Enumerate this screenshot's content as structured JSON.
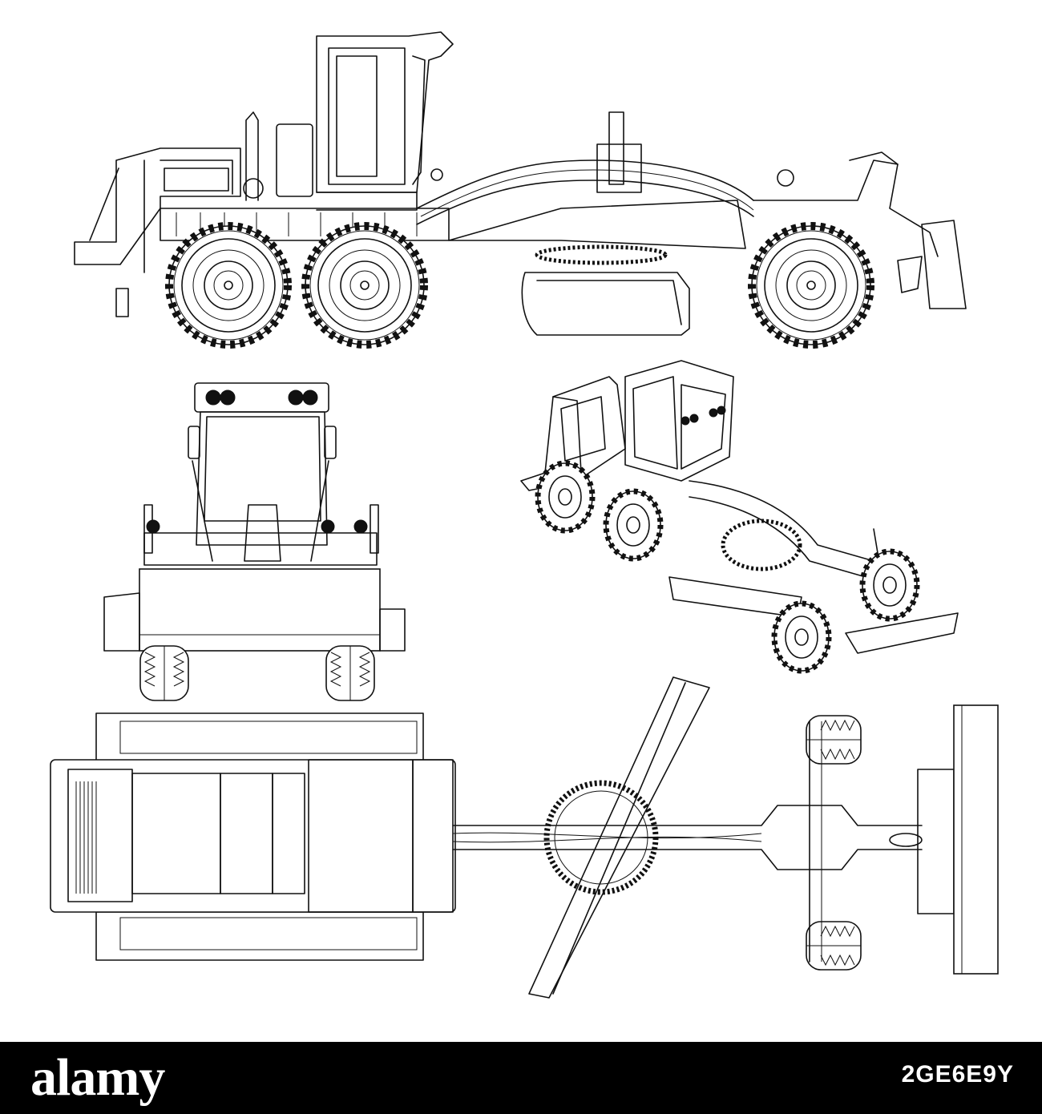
{
  "footer": {
    "logo": "alamy",
    "image_id": "2GE6E9Y"
  },
  "views": [
    "side-view",
    "front-view",
    "isometric-view",
    "top-view"
  ],
  "colors": {
    "background": "#ffffff",
    "line": "#111111",
    "footer": "#000000",
    "footer_text": "#ffffff"
  }
}
